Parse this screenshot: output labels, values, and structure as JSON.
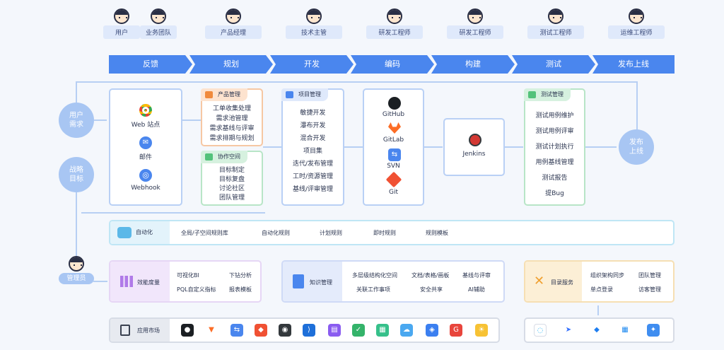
{
  "roles": [
    "用户",
    "业务团队",
    "产品经理",
    "技术主管",
    "研发工程师",
    "研发工程师",
    "测试工程师",
    "运维工程师"
  ],
  "stages": [
    "反馈",
    "规划",
    "开发",
    "编码",
    "构建",
    "测试",
    "发布上线"
  ],
  "circles": {
    "user_needs": "用户需求",
    "strategy": "战略目标",
    "release": "发布上线",
    "admin": "管理员"
  },
  "feedback": {
    "items": [
      "Web 站点",
      "邮件",
      "Webhook"
    ]
  },
  "product": {
    "title": "产品管理",
    "items": [
      "工单收集处理",
      "需求池管理",
      "需求基线与评审",
      "需求排期与规划"
    ]
  },
  "collab": {
    "title": "协作空间",
    "items": [
      "目标制定",
      "目标复盘",
      "讨论社区",
      "团队管理"
    ]
  },
  "project": {
    "title": "项目管理",
    "items": [
      "敏捷开发",
      "瀑布开发",
      "混合开发",
      "项目集",
      "迭代/发布管理",
      "工时/资源管理",
      "基线/评审管理"
    ]
  },
  "code": {
    "items": [
      "GitHub",
      "GitLab",
      "SVN",
      "Git"
    ]
  },
  "build": {
    "label": "Jenkins"
  },
  "test": {
    "title": "测试管理",
    "items": [
      "测试用例维护",
      "测试用例评审",
      "测试计划执行",
      "用例基线管理",
      "测试报告",
      "提Bug"
    ]
  },
  "automation": {
    "title": "自动化",
    "items": [
      "全局/子空间规则库",
      "自动化规则",
      "计划规则",
      "即时规则",
      "规则模板"
    ]
  },
  "metrics": {
    "title": "效能度量",
    "items": [
      "可视化BI",
      "下钻分析",
      "PQL自定义指标",
      "报表模板"
    ]
  },
  "knowledge": {
    "title": "知识管理",
    "items": [
      "多层级结构化空间",
      "文档/表格/画板",
      "基线与评审",
      "关联工作事项",
      "安全共享",
      "AI辅助"
    ]
  },
  "directory": {
    "title": "目录服务",
    "items": [
      "组织架构同步",
      "团队管理",
      "单点登录",
      "访客管理"
    ]
  },
  "market": {
    "title": "应用市场"
  },
  "colors": {
    "stage": "#4a86ee",
    "border": "#b9d0f5",
    "accent_orange": "#f08a3c",
    "accent_green": "#53c27a"
  }
}
